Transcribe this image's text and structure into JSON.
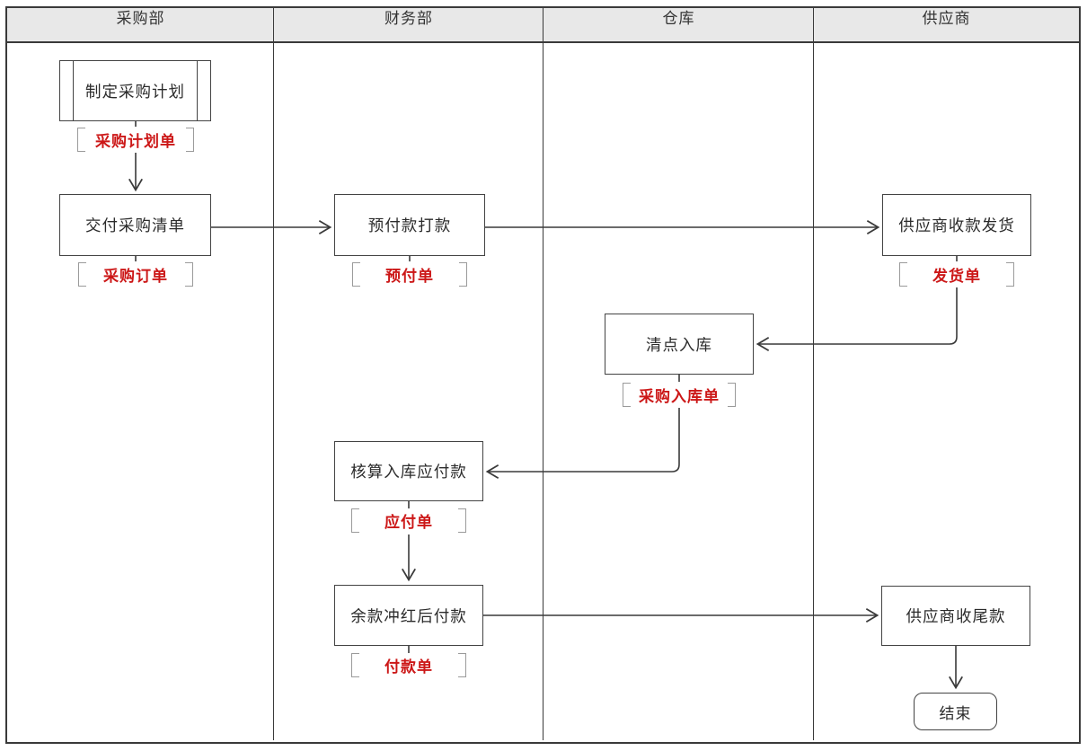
{
  "diagram": {
    "type": "swimlane-flowchart",
    "lanes": [
      {
        "label": "采购部"
      },
      {
        "label": "财务部"
      },
      {
        "label": "仓库"
      },
      {
        "label": "供应商"
      }
    ],
    "nodes": [
      {
        "id": "make-plan",
        "label": "制定采购计划",
        "shape": "predefined-process",
        "lane": "采购部"
      },
      {
        "id": "deliver-list",
        "label": "交付采购清单",
        "shape": "rect",
        "lane": "采购部"
      },
      {
        "id": "prepay",
        "label": "预付款打款",
        "shape": "rect",
        "lane": "财务部"
      },
      {
        "id": "supplier-ship",
        "label": "供应商收款发货",
        "shape": "rect",
        "lane": "供应商"
      },
      {
        "id": "count-in",
        "label": "清点入库",
        "shape": "rect",
        "lane": "仓库"
      },
      {
        "id": "calc-payable",
        "label": "核算入库应付款",
        "shape": "rect",
        "lane": "财务部"
      },
      {
        "id": "pay-balance",
        "label": "余款冲红后付款",
        "shape": "rect",
        "lane": "财务部"
      },
      {
        "id": "supplier-final",
        "label": "供应商收尾款",
        "shape": "rect",
        "lane": "供应商"
      },
      {
        "id": "end",
        "label": "结束",
        "shape": "rounded",
        "lane": "供应商"
      }
    ],
    "documents": [
      {
        "id": "plan-doc",
        "label": "采购计划单",
        "attached_to": "make-plan"
      },
      {
        "id": "purchase-order",
        "label": "采购订单",
        "attached_to": "deliver-list"
      },
      {
        "id": "prepay-doc",
        "label": "预付单",
        "attached_to": "prepay"
      },
      {
        "id": "ship-doc",
        "label": "发货单",
        "attached_to": "supplier-ship"
      },
      {
        "id": "inbound-doc",
        "label": "采购入库单",
        "attached_to": "count-in"
      },
      {
        "id": "payable-doc",
        "label": "应付单",
        "attached_to": "calc-payable"
      },
      {
        "id": "payment-doc",
        "label": "付款单",
        "attached_to": "pay-balance"
      }
    ],
    "edges": [
      {
        "from": "make-plan",
        "to": "deliver-list",
        "via_document": "采购计划单"
      },
      {
        "from": "deliver-list",
        "to": "prepay",
        "via_document": "采购订单"
      },
      {
        "from": "prepay",
        "to": "supplier-ship",
        "via_document": "预付单"
      },
      {
        "from": "supplier-ship",
        "to": "count-in",
        "via_document": "发货单"
      },
      {
        "from": "count-in",
        "to": "calc-payable",
        "via_document": "采购入库单"
      },
      {
        "from": "calc-payable",
        "to": "pay-balance",
        "via_document": "应付单"
      },
      {
        "from": "pay-balance",
        "to": "supplier-final",
        "via_document": "付款单"
      },
      {
        "from": "supplier-final",
        "to": "end",
        "via_document": ""
      }
    ],
    "colors": {
      "lane_header_bg": "#e8e8e8",
      "frame_line": "#3a3a3a",
      "box_border": "#434343",
      "box_text": "#2b2b2b",
      "document_text": "#cc1717",
      "bracket": "#9a9a9a",
      "background": "#ffffff"
    }
  }
}
